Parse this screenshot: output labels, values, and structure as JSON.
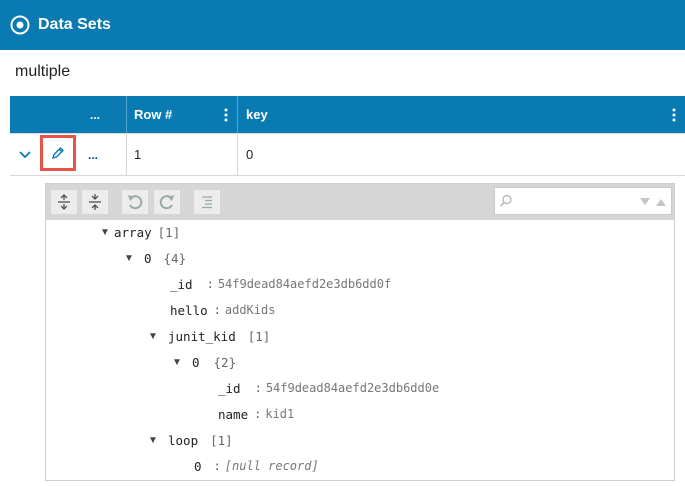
{
  "header": {
    "title": "Data Sets"
  },
  "dataset_name": "multiple",
  "grid": {
    "columns": [
      "...",
      "Row #",
      "key"
    ],
    "rows": [
      {
        "row_num": "1",
        "key": "0"
      }
    ],
    "row_menu": "..."
  },
  "tree": {
    "nodes": [
      {
        "key": "array",
        "meta": "[1]"
      },
      {
        "key": "0",
        "meta": "{4}"
      },
      {
        "key": "_id",
        "value": "54f9dead84aefd2e3db6dd0f"
      },
      {
        "key": "hello",
        "value": "addKids"
      },
      {
        "key": "junit_kid",
        "meta": "[1]"
      },
      {
        "key": "0",
        "meta": "{2}"
      },
      {
        "key": "_id",
        "value": "54f9dead84aefd2e3db6dd0e"
      },
      {
        "key": "name",
        "value": "kid1"
      },
      {
        "key": "loop",
        "meta": "[1]"
      },
      {
        "key": "0",
        "value": "[null record]"
      }
    ],
    "separator": ":"
  },
  "colors": {
    "header_bg": "#0a7ab3",
    "highlight": "#e8534a",
    "edit_icon": "#0a7ab3"
  }
}
